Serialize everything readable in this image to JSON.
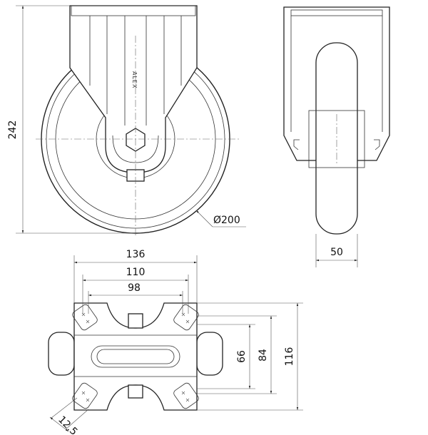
{
  "brand_text": "ALEX",
  "dimensions": {
    "height_overall": "242",
    "wheel_diameter": "Ø200",
    "wheel_width": "50",
    "plate_length": "136",
    "hole_spacing_long_outer": "110",
    "hole_spacing_long_inner": "98",
    "hole_spacing_short_inner": "66",
    "hole_spacing_short_outer": "84",
    "plate_width": "116",
    "slot_size": "12.5"
  }
}
